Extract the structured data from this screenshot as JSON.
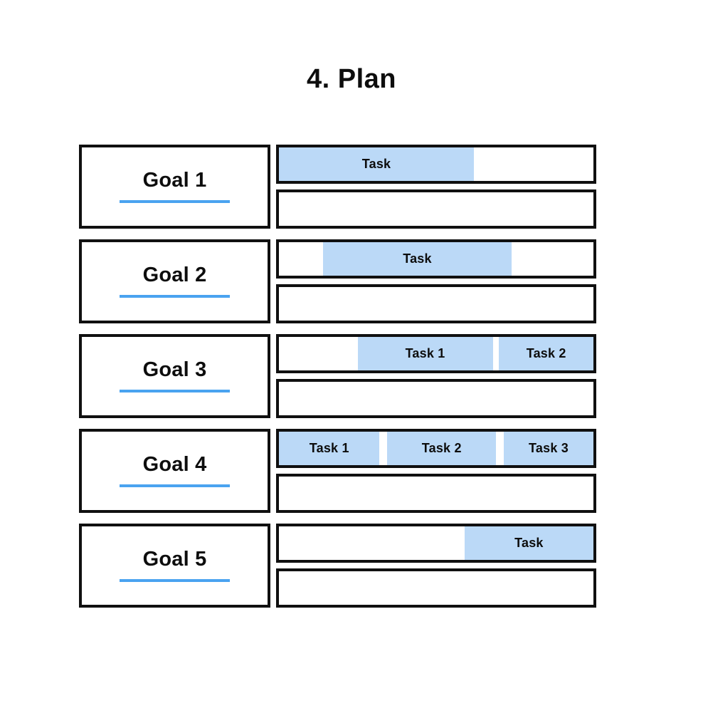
{
  "title": "4. Plan",
  "theme": {
    "background": "#ffffff",
    "border": "#101010",
    "text": "#0d0d0d",
    "task_fill": "#bbd9f7",
    "underline": "#4aa3f0"
  },
  "chart_data": {
    "type": "bar",
    "title": "4. Plan",
    "xlabel": "",
    "ylabel": "",
    "axis_range_percent": [
      0,
      100
    ],
    "grid": false,
    "legend": "none",
    "categories": [
      "Goal 1",
      "Goal 2",
      "Goal 3",
      "Goal 4",
      "Goal 5"
    ],
    "rows": [
      {
        "goal": "Goal 1",
        "tasks": [
          {
            "label": "Task",
            "start_percent": 0,
            "end_percent": 62
          }
        ],
        "second_track_tasks": []
      },
      {
        "goal": "Goal 2",
        "tasks": [
          {
            "label": "Task",
            "start_percent": 14,
            "end_percent": 74
          }
        ],
        "second_track_tasks": []
      },
      {
        "goal": "Goal 3",
        "tasks": [
          {
            "label": "Task 1",
            "start_percent": 25,
            "end_percent": 68
          },
          {
            "label": "Task 2",
            "start_percent": 70,
            "end_percent": 100
          }
        ],
        "second_track_tasks": []
      },
      {
        "goal": "Goal 4",
        "tasks": [
          {
            "label": "Task 1",
            "start_percent": 0,
            "end_percent": 32
          },
          {
            "label": "Task 2",
            "start_percent": 34.5,
            "end_percent": 69
          },
          {
            "label": "Task 3",
            "start_percent": 71.5,
            "end_percent": 100
          }
        ],
        "second_track_tasks": []
      },
      {
        "goal": "Goal 5",
        "tasks": [
          {
            "label": "Task",
            "start_percent": 59,
            "end_percent": 100
          }
        ],
        "second_track_tasks": []
      }
    ]
  }
}
